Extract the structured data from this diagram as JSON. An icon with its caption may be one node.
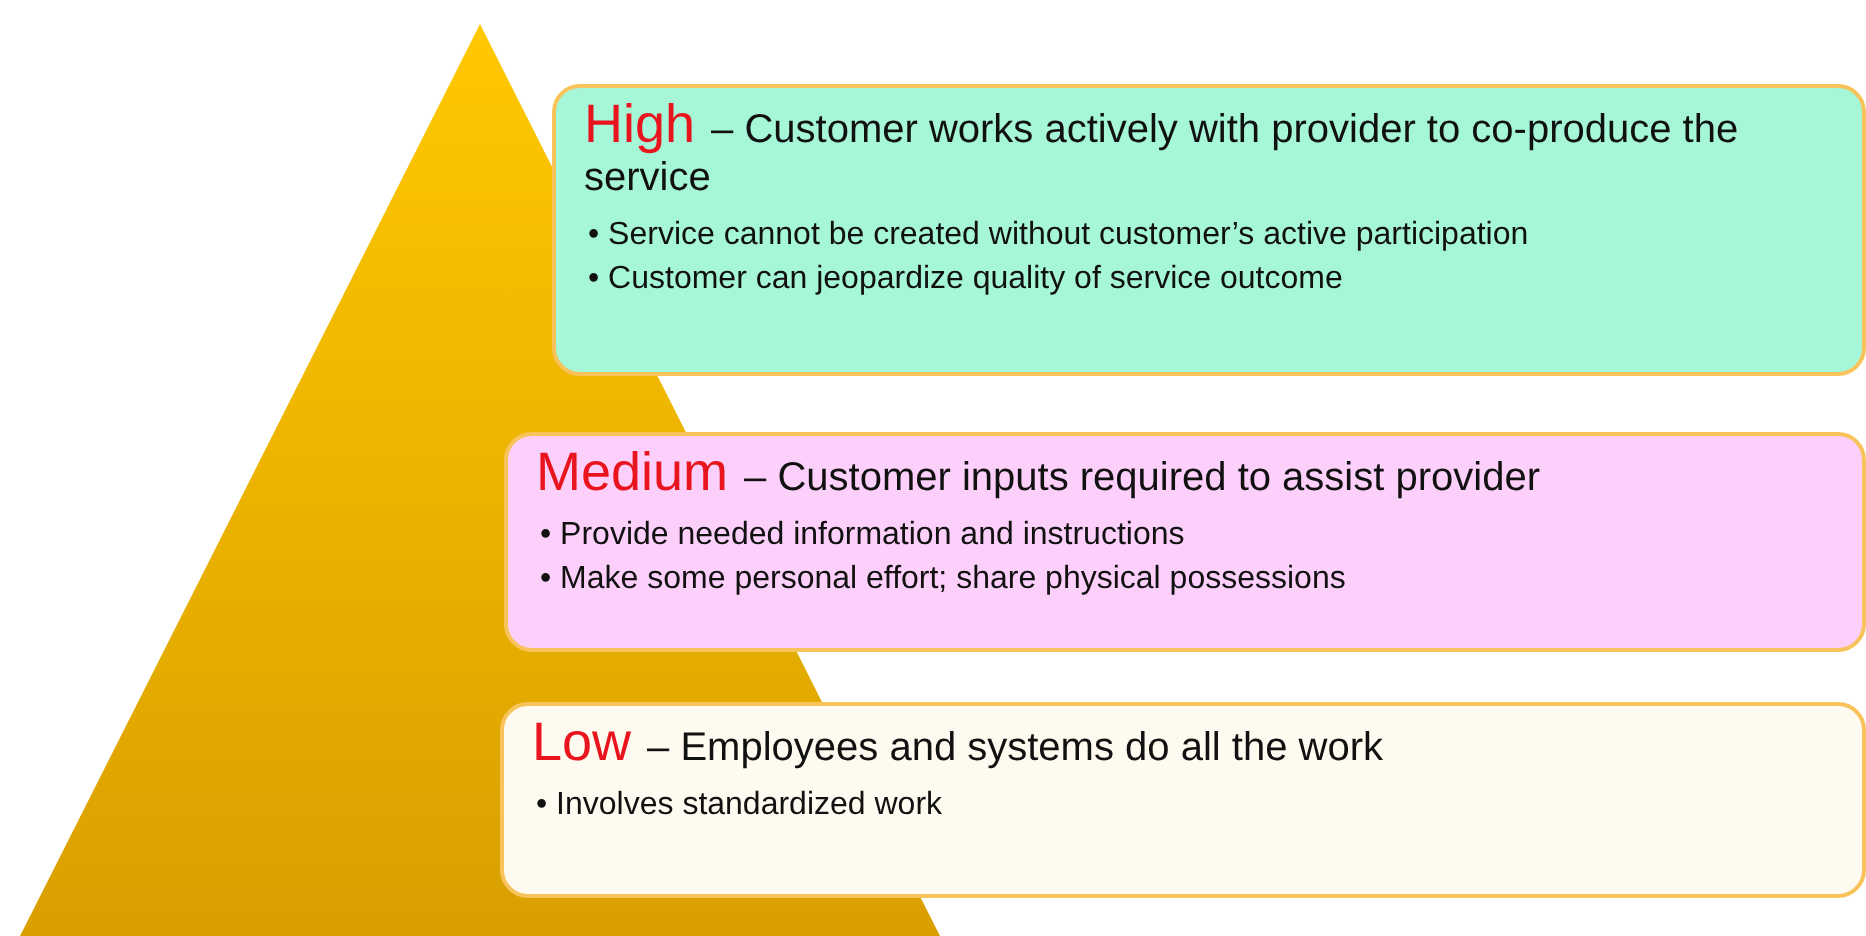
{
  "diagram": {
    "nodes": [
      {
        "text": [
          "High",
          "– Customer works actively with provider to co-produce the service",
          "• Service cannot be created without customer’s active participation",
          "• Customer can jeopardize quality of service outcome"
        ]
      },
      {
        "text": [
          "Medium",
          "– Customer inputs required to assist provider",
          "• Provide needed information and instructions",
          "• Make some personal effort; share physical possessions"
        ]
      },
      {
        "text": [
          "Low",
          "– Employees and systems do all the work",
          "• Involves standardized work"
        ]
      }
    ]
  }
}
